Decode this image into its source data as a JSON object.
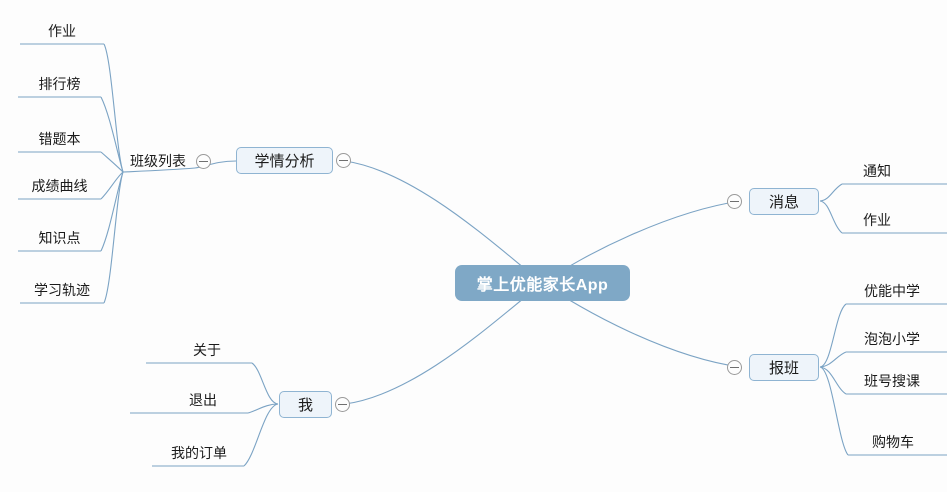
{
  "app": {
    "title": "掌上优能家长App",
    "canvas_background": "#fdfdfd",
    "root_color": "#7fa8c6",
    "node_fill": "#eef4fa",
    "node_border": "#8fb4d2",
    "wire_color": "#7ba3c4"
  },
  "root": {
    "label": "掌上优能家长App"
  },
  "branches": {
    "xueqing": {
      "label": "学情分析",
      "toggle_icon": "collapse-minus-icon",
      "parent_group": {
        "label": "班级列表",
        "toggle_icon": "collapse-minus-icon"
      },
      "children": [
        {
          "label": "作业"
        },
        {
          "label": "排行榜"
        },
        {
          "label": "错题本"
        },
        {
          "label": "成绩曲线"
        },
        {
          "label": "知识点"
        },
        {
          "label": "学习轨迹"
        }
      ]
    },
    "xiaoxi": {
      "label": "消息",
      "toggle_icon": "collapse-minus-icon",
      "children": [
        {
          "label": "通知"
        },
        {
          "label": "作业"
        }
      ]
    },
    "baoban": {
      "label": "报班",
      "toggle_icon": "collapse-minus-icon",
      "children": [
        {
          "label": "优能中学"
        },
        {
          "label": "泡泡小学"
        },
        {
          "label": "班号搜课"
        },
        {
          "label": "购物车"
        }
      ]
    },
    "wo": {
      "label": "我",
      "toggle_icon": "collapse-minus-icon",
      "children": [
        {
          "label": "关于"
        },
        {
          "label": "退出"
        },
        {
          "label": "我的订单"
        }
      ]
    }
  }
}
